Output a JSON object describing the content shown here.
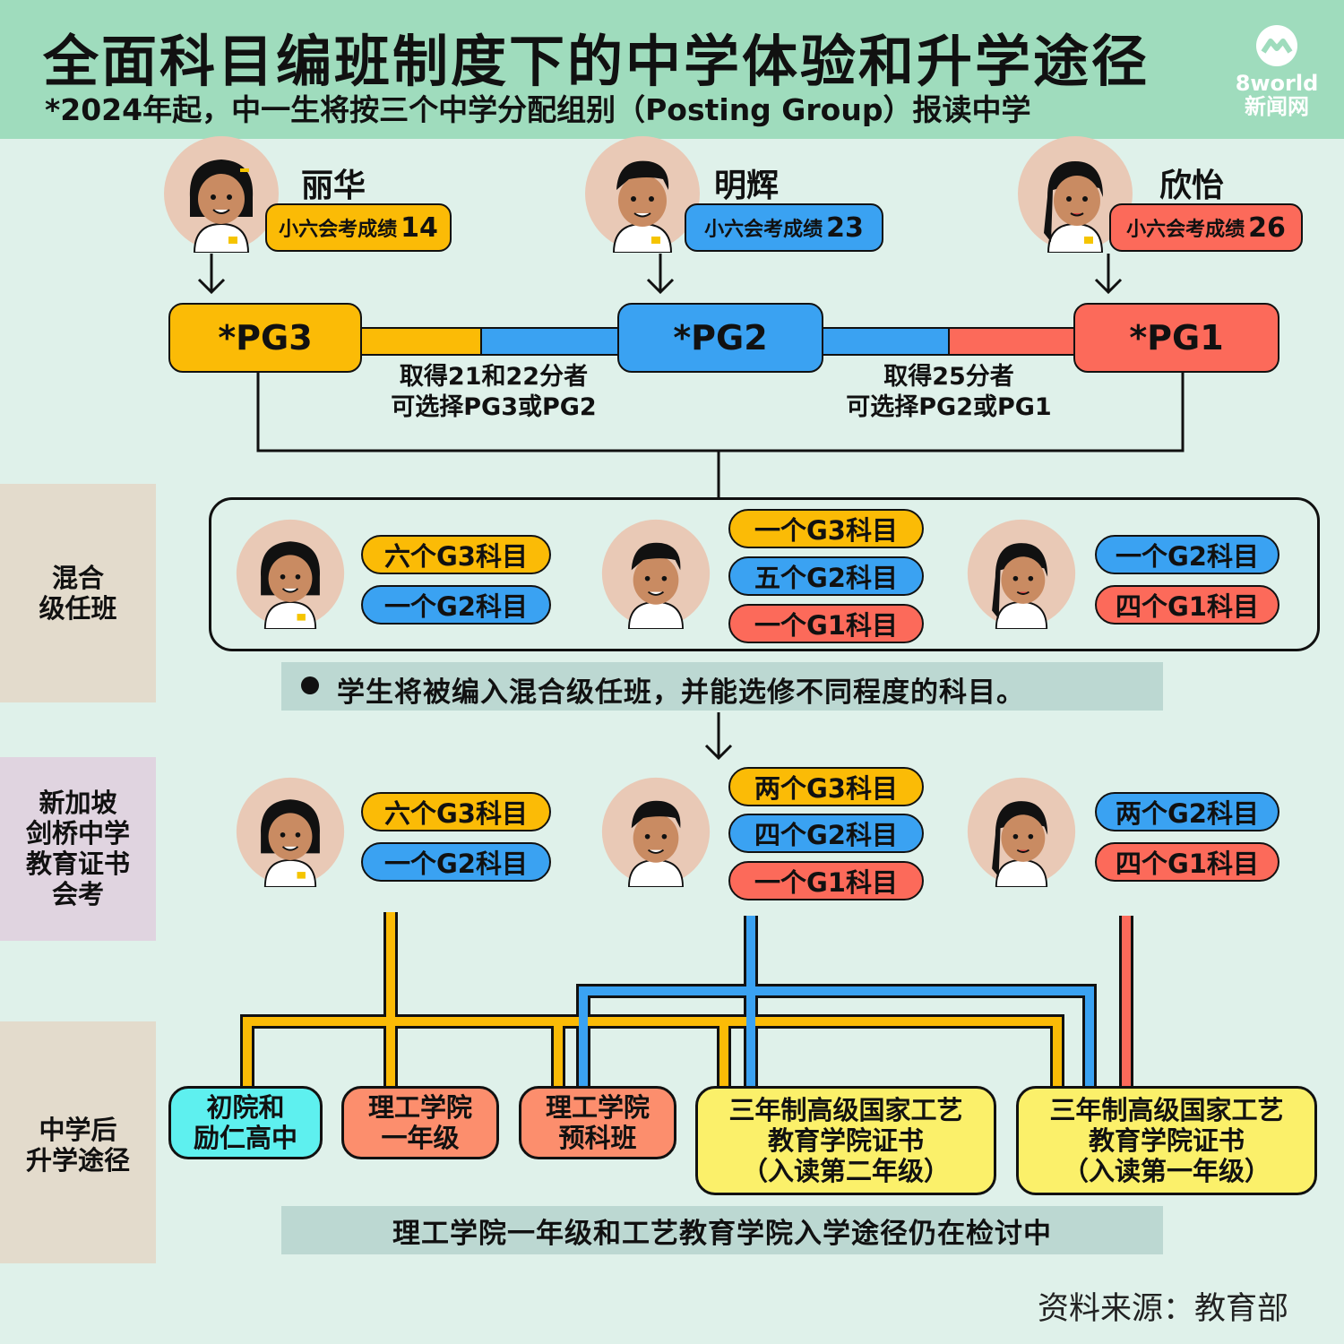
{
  "header": {
    "title": "全面科目编班制度下的中学体验和升学途径",
    "subtitle": "*2024年起，中一生将按三个中学分配组别（Posting Group）报读中学",
    "logo_line1": "8world",
    "logo_line2": "新闻网"
  },
  "students": [
    {
      "name": "丽华",
      "score_label": "小六会考成绩",
      "score": "14",
      "color": "#fbbb06"
    },
    {
      "name": "明辉",
      "score_label": "小六会考成绩",
      "score": "23",
      "color": "#3aa2f2"
    },
    {
      "name": "欣怡",
      "score_label": "小六会考成绩",
      "score": "26",
      "color": "#fc6a5a"
    }
  ],
  "posting_groups": [
    "*PG3",
    "*PG2",
    "*PG1"
  ],
  "choice_notes": [
    {
      "line1": "取得21和22分者",
      "line2": "可选择PG3或PG2"
    },
    {
      "line1": "取得25分者",
      "line2": "可选择PG2或PG1"
    }
  ],
  "side_labels": {
    "mixed": [
      "混合",
      "级任班"
    ],
    "exam": [
      "新加坡",
      "剑桥中学",
      "教育证书",
      "会考"
    ],
    "pathways": [
      "中学后",
      "升学途径"
    ]
  },
  "mixed_subjects": {
    "lihua": [
      "六个G3科目",
      "一个G2科目"
    ],
    "minghui": [
      "一个G3科目",
      "五个G2科目",
      "一个G1科目"
    ],
    "xinyi": [
      "一个G2科目",
      "四个G1科目"
    ]
  },
  "mixed_note": "学生将被编入混合级任班，并能选修不同程度的科目。",
  "exam_subjects": {
    "lihua": [
      "六个G3科目",
      "一个G2科目"
    ],
    "minghui": [
      "两个G3科目",
      "四个G2科目",
      "一个G1科目"
    ],
    "xinyi": [
      "两个G2科目",
      "四个G1科目"
    ]
  },
  "pathways": [
    {
      "lines": [
        "初院和",
        "励仁高中"
      ],
      "color": "#5ef0ef"
    },
    {
      "lines": [
        "理工学院",
        "一年级"
      ],
      "color": "#fc8e6d"
    },
    {
      "lines": [
        "理工学院",
        "预科班"
      ],
      "color": "#fc8e6d"
    },
    {
      "lines": [
        "三年制高级国家工艺",
        "教育学院证书",
        "（入读第二年级）"
      ],
      "color": "#fbf06a"
    },
    {
      "lines": [
        "三年制高级国家工艺",
        "教育学院证书",
        "（入读第一年级）"
      ],
      "color": "#fbf06a"
    }
  ],
  "bottom_note": "理工学院一年级和工艺教育学院入学途径仍在检讨中",
  "source": "资料来源：教育部",
  "colors": {
    "pg3": "#fbbb06",
    "pg2": "#3aa2f2",
    "pg1": "#fc6a5a",
    "header": "#9fdcbd",
    "background": "#dff1ea"
  }
}
